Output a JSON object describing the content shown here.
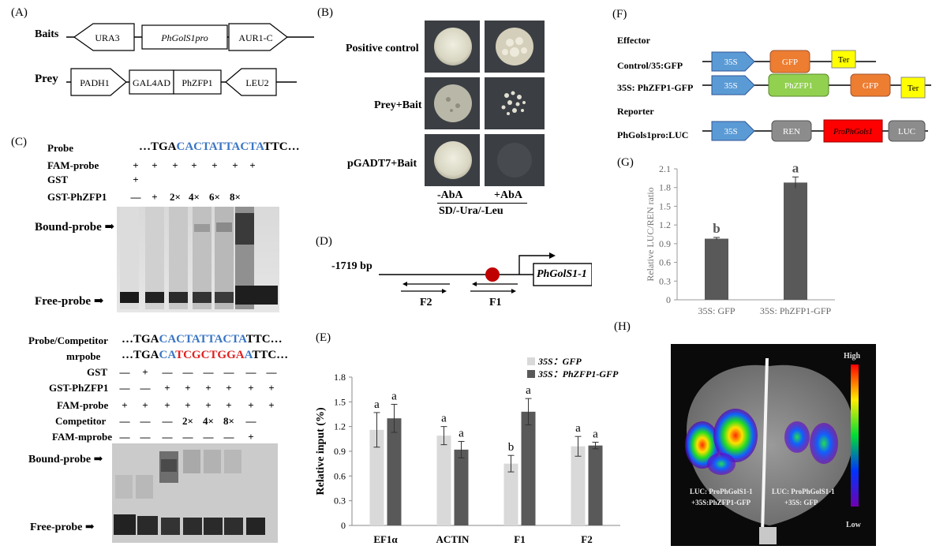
{
  "panelA": {
    "label": "(A)",
    "baits_label": "Baits",
    "prey_label": "Prey",
    "bait_boxes": [
      "URA3",
      "PhGolS1pro",
      "AUR1-C"
    ],
    "prey_boxes": [
      "PADH1",
      "GAL4AD",
      "PhZFP1",
      "LEU2"
    ]
  },
  "panelB": {
    "label": "(B)",
    "rows": [
      "Positive control",
      "Prey+Bait",
      "pGADT7+Bait"
    ],
    "cols": [
      "-AbA",
      "+AbA"
    ],
    "medium": "SD/-Ura/-Leu"
  },
  "panelC": {
    "label": "(C)",
    "top": {
      "probe_label": "Probe",
      "probe_seq": {
        "pre": "…TGA",
        "mid": "CACTATTACTA",
        "post": "TTC…"
      },
      "rows": [
        {
          "label": "FAM-probe",
          "cells": [
            "+",
            "+",
            "+",
            "+",
            "+",
            "+",
            "+"
          ]
        },
        {
          "label": "GST",
          "cells": [
            "+",
            "",
            "",
            "",
            "",
            "",
            ""
          ]
        },
        {
          "label": "GST-PhZFP1",
          "cells": [
            "—",
            "+",
            "2×",
            "4×",
            "6×",
            "8×",
            ""
          ]
        }
      ],
      "bound": "Bound-probe",
      "free": "Free-probe"
    },
    "bottom": {
      "probe_label": "Probe/Competitor",
      "probe_seq": {
        "pre": "…TGA",
        "mid": "CACTATTACTA",
        "post": "TTC…"
      },
      "mr_label": "mrpobe",
      "mr_seq": {
        "pre": "…TGA",
        "b1": "CA",
        "mid": "TCGCTGGA",
        "b2": "A",
        "post": "TTC…"
      },
      "rows": [
        {
          "label": "GST",
          "cells": [
            "—",
            "+",
            "—",
            "—",
            "—",
            "—",
            "—",
            "—"
          ]
        },
        {
          "label": "GST-PhZFP1",
          "cells": [
            "—",
            "—",
            "+",
            "+",
            "+",
            "+",
            "+",
            "+"
          ]
        },
        {
          "label": "FAM-probe",
          "cells": [
            "+",
            "+",
            "+",
            "+",
            "+",
            "+",
            "+",
            "+"
          ]
        },
        {
          "label": "Competitor",
          "cells": [
            "—",
            "—",
            "—",
            "2×",
            "4×",
            "8×",
            "—",
            ""
          ]
        },
        {
          "label": "FAM-mprobe",
          "cells": [
            "—",
            "—",
            "—",
            "—",
            "—",
            "—",
            "+",
            ""
          ]
        }
      ],
      "bound": "Bound-probe",
      "free": "Free-probe"
    }
  },
  "panelD": {
    "label": "(D)",
    "start": "-1719 bp",
    "gene": "PhGolS1-1",
    "f2": "F2",
    "f1": "F1"
  },
  "panelE": {
    "label": "(E)"
  },
  "panelF": {
    "label": "(F)",
    "effector": "Effector",
    "control_label": "Control/35:GFP",
    "exp_label": "35S: PhZFP1-GFP",
    "reporter": "Reporter",
    "reporter_label": "PhGols1pro:LUC",
    "boxes": {
      "p35s": "35S",
      "gfp": "GFP",
      "ter": "Ter",
      "zfp": "PhZFP1",
      "ren": "REN",
      "pro": "ProPhGols1",
      "luc": "LUC"
    }
  },
  "panelG": {
    "label": "(G)"
  },
  "panelH": {
    "label": "(H)",
    "high": "High",
    "low": "Low",
    "left_caption_1": "LUC: ProPhGolS1-1",
    "left_caption_2": "+35S:PhZFP1-GFP",
    "right_caption_1": "LUC: ProPhGolS1-1",
    "right_caption_2": "+35S: GFP"
  },
  "chart_data": [
    {
      "type": "bar",
      "panel": "E",
      "ylabel": "Relative input (%)",
      "categories": [
        "EF1α",
        "ACTIN",
        "F1",
        "F2"
      ],
      "ylim": [
        0,
        1.8
      ],
      "yticks": [
        0,
        0.3,
        0.6,
        0.9,
        1.2,
        1.5,
        1.8
      ],
      "series": [
        {
          "name": "35S：GFP",
          "color": "#d9d9d9",
          "values": [
            1.16,
            1.09,
            0.75,
            0.96
          ],
          "errors": [
            0.21,
            0.11,
            0.1,
            0.12
          ],
          "letters": [
            "a",
            "a",
            "b",
            "a"
          ]
        },
        {
          "name": "35S：PhZFP1-GFP",
          "color": "#595959",
          "values": [
            1.3,
            0.92,
            1.38,
            0.97
          ],
          "errors": [
            0.17,
            0.1,
            0.16,
            0.04
          ],
          "letters": [
            "a",
            "a",
            "a",
            "a"
          ]
        }
      ]
    },
    {
      "type": "bar",
      "panel": "G",
      "ylabel": "Relative LUC/REN ratio",
      "categories": [
        "35S: GFP",
        "35S: PhZFP1-GFP"
      ],
      "ylim": [
        0,
        2.1
      ],
      "yticks": [
        0,
        0.3,
        0.6,
        0.9,
        1.2,
        1.5,
        1.8,
        2.1
      ],
      "values": [
        0.98,
        1.88
      ],
      "errors": [
        0.02,
        0.09
      ],
      "letters": [
        "b",
        "a"
      ],
      "color": "#595959"
    }
  ]
}
